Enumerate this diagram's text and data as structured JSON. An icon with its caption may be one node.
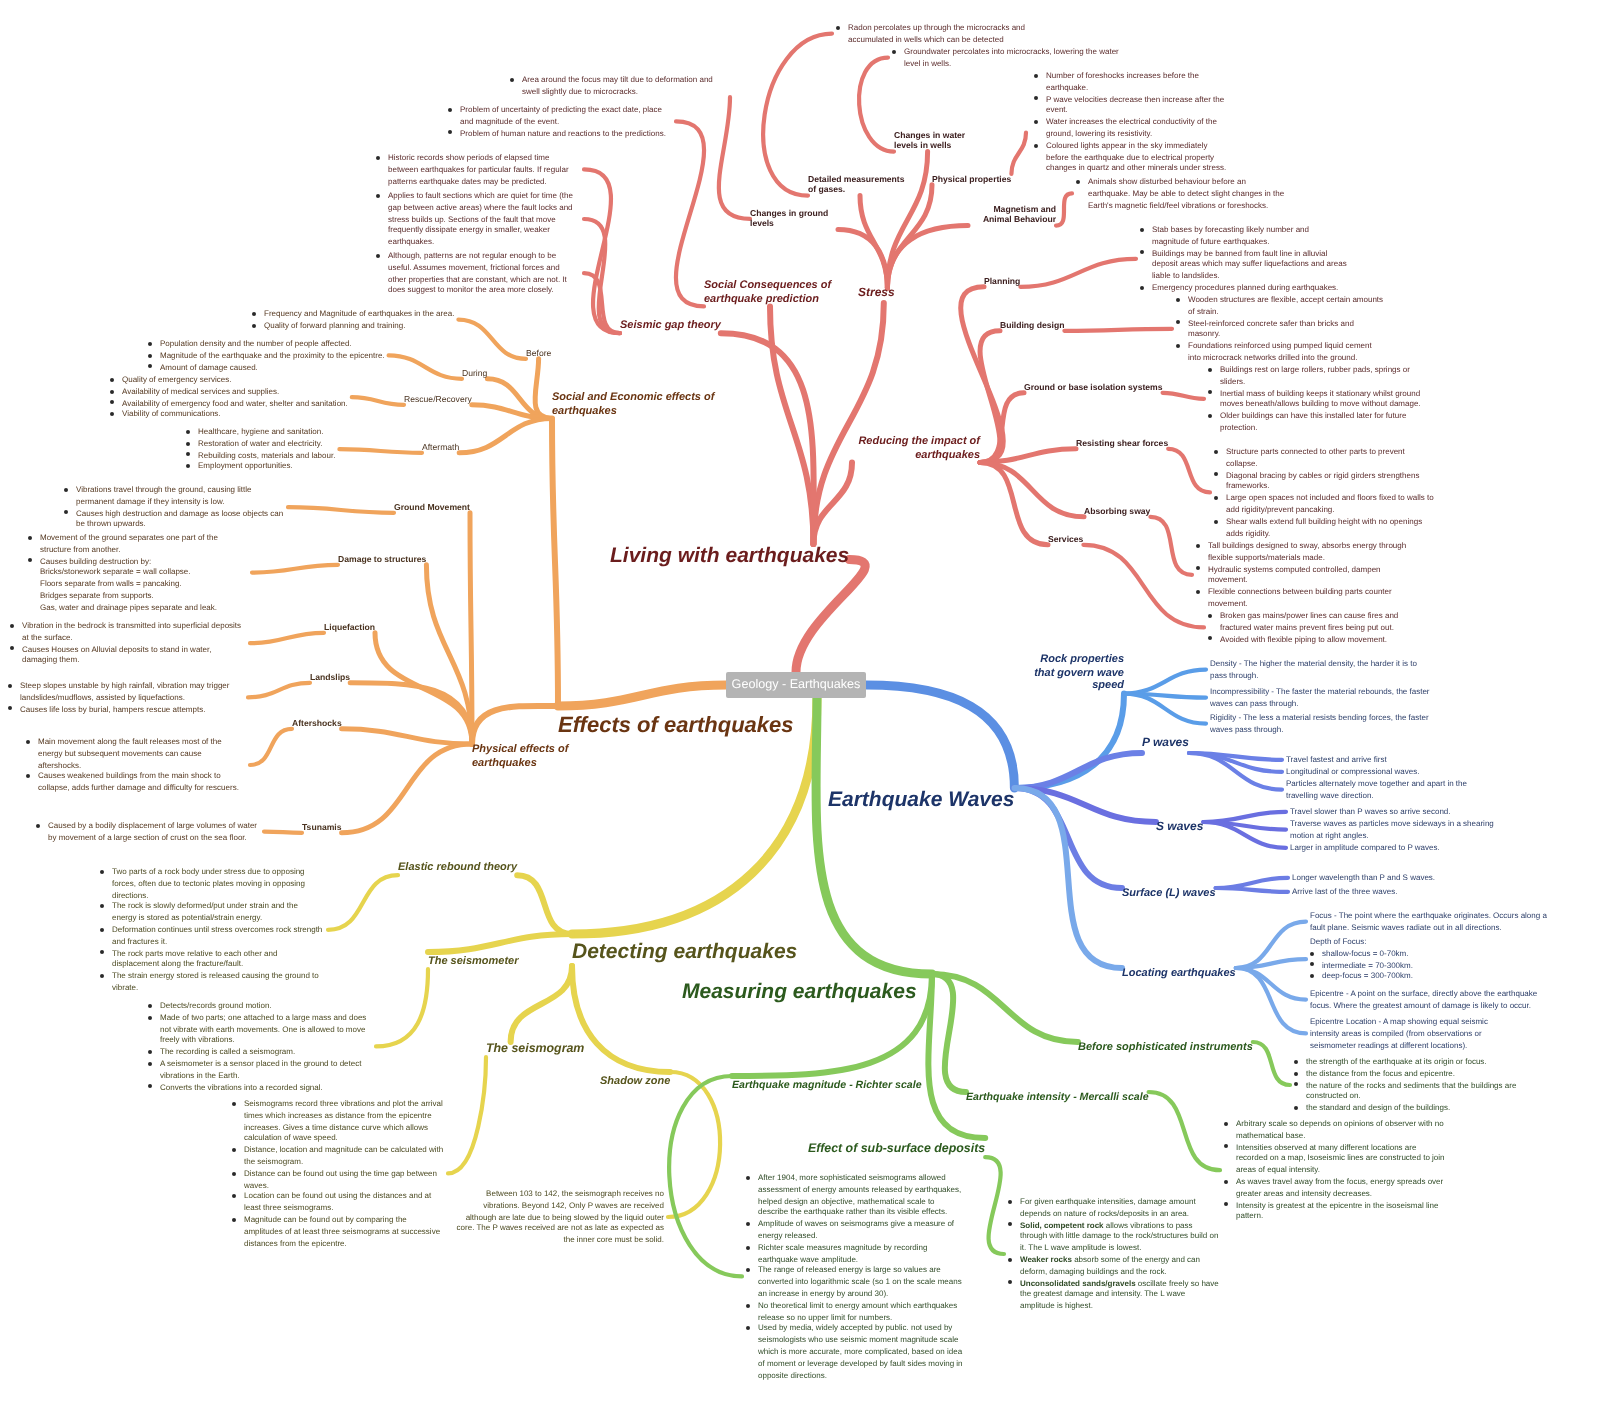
{
  "diagram": {
    "nodes": [
      {
        "text": [
          "Geology - Earthquakes"
        ]
      },
      {
        "text": [
          "Living with earthquakes"
        ]
      },
      {
        "text": [
          "Stress"
        ]
      },
      {
        "text": [
          "Changes in ground levels"
        ]
      },
      {
        "text": [
          "Area around the focus may tilt due to deformation and swell slightly due to microcracks."
        ]
      },
      {
        "text": [
          "Detailed measurements of gases."
        ]
      },
      {
        "text": [
          "Radon percolates up through the microcracks and accumulated in wells which can be detected"
        ]
      },
      {
        "text": [
          "Changes in water levels in wells"
        ]
      },
      {
        "text": [
          "Groundwater percolates into microcracks, lowering the water level in wells."
        ]
      },
      {
        "text": [
          "Physical properties"
        ]
      },
      {
        "text": [
          "Number of foreshocks increases before the earthquake.",
          "P wave velocities decrease then increase after the event.",
          "Water increases the electrical conductivity of the ground, lowering its resistivity.",
          "Coloured lights appear in the sky immediately before the earthquake due to electrical property changes in quartz and other minerals under stress."
        ]
      },
      {
        "text": [
          "Magnetism and Animal Behaviour"
        ]
      },
      {
        "text": [
          "Animals show disturbed behaviour before an earthquake. May be able to detect slight changes in the Earth's magnetic field/feel vibrations or foreshocks."
        ]
      },
      {
        "text": [
          "Social Consequences of earthquake prediction"
        ]
      },
      {
        "text": [
          "Problem of uncertainty of predicting the exact date, place and magnitude of the event.",
          "Problem of human nature and reactions to the predictions."
        ]
      },
      {
        "text": [
          "Seismic gap theory"
        ]
      },
      {
        "text": [
          "Historic records show periods of elapsed time between earthquakes for particular faults. If regular patterns earthquake dates may be predicted."
        ]
      },
      {
        "text": [
          "Applies to fault sections which are quiet for time (the gap between active areas) where the fault locks and stress builds up. Sections of the fault that move frequently dissipate energy in smaller, weaker earthquakes."
        ]
      },
      {
        "text": [
          "Although, patterns are not regular enough to be useful. Assumes movement, frictional forces and other properties that are constant, which are not. It does suggest to monitor the area more closely."
        ]
      },
      {
        "text": [
          "Reducing the impact of earthquakes"
        ]
      },
      {
        "text": [
          "Planning"
        ]
      },
      {
        "text": [
          "Stab bases by forecasting likely number and magnitude of future earthquakes.",
          "Buildings may be banned from fault line in alluvial deposit areas which may suffer liquefactions and areas liable to landslides.",
          "Emergency procedures planned during earthquakes."
        ]
      },
      {
        "text": [
          "Building design"
        ]
      },
      {
        "text": [
          "Wooden structures are flexible, accept certain amounts of strain.",
          "Steel-reinforced concrete safer than bricks and masonry.",
          "Foundations reinforced using pumped liquid cement into microcrack networks drilled into the ground."
        ]
      },
      {
        "text": [
          "Ground or base isolation systems"
        ]
      },
      {
        "text": [
          "Buildings rest on large rollers, rubber pads, springs or sliders.",
          "Inertial mass of building keeps it stationary whilst ground moves beneath/allows building to move without damage.",
          "Older buildings can have this installed later for future protection."
        ]
      },
      {
        "text": [
          "Resisting shear forces"
        ]
      },
      {
        "text": [
          "Structure parts connected to other parts to prevent collapse.",
          "Diagonal bracing by cables or rigid girders strengthens frameworks.",
          "Large open spaces not included and floors fixed to walls to add rigidity/prevent pancaking.",
          "Shear walls extend full building height with no openings adds rigidity."
        ]
      },
      {
        "text": [
          "Absorbing sway"
        ]
      },
      {
        "text": [
          "Tall buildings designed to sway, absorbs energy through flexible supports/materials made.",
          "Hydraulic systems computed controlled, dampen movement.",
          "Flexible connections between building parts counter movement."
        ]
      },
      {
        "text": [
          "Services"
        ]
      },
      {
        "text": [
          "Broken gas mains/power lines can cause fires and fractured water mains prevent fires being put out.",
          "Avoided with flexible piping to allow movement."
        ]
      },
      {
        "text": [
          "Effects of earthquakes"
        ]
      },
      {
        "text": [
          "Social and Economic effects of earthquakes"
        ]
      },
      {
        "text": [
          "Before"
        ]
      },
      {
        "text": [
          "Frequency and Magnitude of earthquakes in the area.",
          "Quality of forward planning and training."
        ]
      },
      {
        "text": [
          "During"
        ]
      },
      {
        "text": [
          "Population density and the number of people affected.",
          "Magnitude of the earthquake and the proximity to the epicentre.",
          "Amount of damage caused."
        ]
      },
      {
        "text": [
          "Rescue/Recovery"
        ]
      },
      {
        "text": [
          "Quality of emergency services.",
          "Availability of medical services and supplies.",
          "Availability of emergency food and water, shelter and sanitation.",
          "Viability of communications."
        ]
      },
      {
        "text": [
          "Aftermath"
        ]
      },
      {
        "text": [
          "Healthcare, hygiene and sanitation.",
          "Restoration of water and electricity.",
          "Rebuilding costs, materials and labour.",
          "Employment opportunities."
        ]
      },
      {
        "text": [
          "Physical effects of earthquakes"
        ]
      },
      {
        "text": [
          "Ground Movement"
        ]
      },
      {
        "text": [
          "Vibrations travel through the ground, causing little permanent damage if they intensity is low.",
          "Causes high destruction and damage as loose objects can be thrown upwards."
        ]
      },
      {
        "text": [
          "Damage to structures"
        ]
      },
      {
        "text": [
          "Movement of the ground separates one part of the structure from another.",
          "Causes building destruction by:",
          "Bricks/stonework separate = wall collapse.",
          "Floors separate from walls = pancaking.",
          "Bridges separate from supports.",
          "Gas, water and drainage pipes separate and leak."
        ]
      },
      {
        "text": [
          "Liquefaction"
        ]
      },
      {
        "text": [
          "Vibration in the bedrock is transmitted into superficial deposits at the surface.",
          "Causes Houses on Alluvial deposits to stand in water, damaging them."
        ]
      },
      {
        "text": [
          "Landslips"
        ]
      },
      {
        "text": [
          "Steep slopes unstable by high rainfall, vibration may trigger landslides/mudflows, assisted by liquefactions.",
          "Causes life loss by burial, hampers rescue attempts."
        ]
      },
      {
        "text": [
          "Aftershocks"
        ]
      },
      {
        "text": [
          "Main movement along the fault releases most of the energy but subsequent movements can cause aftershocks.",
          "Causes weakened buildings from the main shock to collapse, adds further damage and difficulty for rescuers."
        ]
      },
      {
        "text": [
          "Tsunamis"
        ]
      },
      {
        "text": [
          "Caused by a bodily displacement of large volumes of water by movement of a large section of crust on the sea floor."
        ]
      },
      {
        "text": [
          "Earthquake Waves"
        ]
      },
      {
        "text": [
          "Rock properties that govern wave speed"
        ]
      },
      {
        "text": [
          "Density - The higher the material density, the harder it is to pass through."
        ]
      },
      {
        "text": [
          "Incompressibility - The faster the material rebounds, the faster waves can pass through."
        ]
      },
      {
        "text": [
          "Rigidity - The less a material resists bending forces, the faster waves pass through."
        ]
      },
      {
        "text": [
          "P waves"
        ]
      },
      {
        "text": [
          "Travel fastest and arrive first"
        ]
      },
      {
        "text": [
          "Longitudinal or compressional waves."
        ]
      },
      {
        "text": [
          "Particles alternately move together and apart in the travelling wave direction."
        ]
      },
      {
        "text": [
          "S waves"
        ]
      },
      {
        "text": [
          "Travel slower than P waves so arrive second."
        ]
      },
      {
        "text": [
          "Traverse waves as particles move sideways in a shearing motion at right angles."
        ]
      },
      {
        "text": [
          "Larger in amplitude compared to P waves."
        ]
      },
      {
        "text": [
          "Surface (L) waves"
        ]
      },
      {
        "text": [
          "Longer wavelength than P and S waves."
        ]
      },
      {
        "text": [
          "Arrive last of the three waves."
        ]
      },
      {
        "text": [
          "Locating earthquakes"
        ]
      },
      {
        "text": [
          "Focus - The point where the earthquake originates. Occurs along a fault plane. Seismic waves radiate out in all directions."
        ]
      },
      {
        "text": [
          "Depth of Focus:",
          "shallow-focus = 0-70km.",
          "intermediate = 70-300km.",
          "deep-focus = 300-700km."
        ]
      },
      {
        "text": [
          "Epicentre - A point on the surface, directly above the earthquake focus. Where the greatest amount of damage is likely to occur."
        ]
      },
      {
        "text": [
          "Epicentre Location - A map showing equal seismic intensity areas is compiled (from observations or seismometer readings at different locations)."
        ]
      },
      {
        "text": [
          "Detecting earthquakes"
        ]
      },
      {
        "text": [
          "Elastic rebound theory"
        ]
      },
      {
        "text": [
          "Two parts of a rock body under stress due to opposing forces, often due to tectonic plates moving in opposing directions.",
          "The rock is slowly deformed/put under strain and the energy is stored as potential/strain energy.",
          "Deformation continues until stress overcomes rock strength and fractures it.",
          "The rock parts move relative to each other and displacement along the fracture/fault.",
          "The strain energy stored is released causing the ground to vibrate."
        ]
      },
      {
        "text": [
          "The seismometer"
        ]
      },
      {
        "text": [
          "Detects/records ground motion.",
          "Made of two parts; one attached to a large mass and does not vibrate with earth movements. One is allowed to move freely with vibrations.",
          "The recording is called a seismogram.",
          "A seismometer is a sensor placed in the ground to detect vibrations in the Earth.",
          "Converts the vibrations into a recorded signal."
        ]
      },
      {
        "text": [
          "The seismogram"
        ]
      },
      {
        "text": [
          "Seismograms record three vibrations and plot the arrival times which increases as distance from the epicentre increases. Gives a time distance curve which allows calculation of wave speed.",
          "Distance, location and magnitude can be calculated with the seismogram.",
          "Distance can be found out using the time gap between waves.",
          "Location can be found out using the distances and at least three seismograms.",
          "Magnitude can be found out by comparing the amplitudes of at least three seismograms at successive distances from the epicentre."
        ]
      },
      {
        "text": [
          "Shadow zone"
        ]
      },
      {
        "text": [
          "Between 103 to 142, the seismograph receives no vibrations. Beyond 142, Only P waves are received although are late due to being slowed by the liquid outer core. The P waves received are not as late as expected as the inner core must be solid."
        ]
      },
      {
        "text": [
          "Measuring earthquakes"
        ]
      },
      {
        "text": [
          "Earthquake magnitude - Richter scale"
        ]
      },
      {
        "text": [
          "After 1904, more sophisticated seismograms allowed assessment of energy amounts released by earthquakes, helped design an objective, mathematical scale to describe the earthquake rather than its visible effects.",
          "Amplitude of waves on seismograms give a measure of energy released.",
          "Richter scale measures magnitude by recording earthquake wave amplitude.",
          "The range of released energy is large so values are converted into logarithmic scale (so 1 on the scale means an increase in energy by around 30).",
          "No theoretical limit to energy amount which earthquakes release so no upper limit for numbers.",
          "Used by media, widely accepted by public. not used by seismologists who use seismic moment magnitude scale which is more accurate, more complicated, based on idea of moment or leverage developed by fault sides moving in opposite directions."
        ]
      },
      {
        "text": [
          "Effect of sub-surface deposits"
        ]
      },
      {
        "text": [
          "For given earthquake intensities, damage amount depends on nature of rocks/deposits in an area.",
          "**Solid, competent rock** allows vibrations to pass through with little damage to the rock/structures build on it. The L wave amplitude is lowest.",
          "**Weaker rocks** absorb some of the energy and can deform, damaging buildings and the rock.",
          "**Unconsolidated sands/gravels** oscillate freely so have the greatest damage and intensity. The L wave amplitude is highest."
        ]
      },
      {
        "text": [
          "Earthquake intensity - Mercalli scale"
        ]
      },
      {
        "text": [
          "Arbitrary scale so depends on opinions of observer with no mathematical base.",
          "Intensities observed at many different locations are recorded on a map, Isoseismic lines are constructed to join areas of equal intensity.",
          "As waves travel away from the focus, energy spreads over greater areas and intensity decreases.",
          "Intensity is greatest at the epicentre in the isoseismal line pattern."
        ]
      },
      {
        "text": [
          "Before sophisticated instruments"
        ]
      },
      {
        "text": [
          "the strength of the earthquake at its origin or focus.",
          "the distance from the focus and epicentre.",
          "the nature of the rocks and sediments that the buildings are constructed on.",
          "the standard and design of the buildings."
        ]
      }
    ],
    "edges": [
      {
        "from": 0,
        "to": 1,
        "arrow": "none",
        "style": "thick"
      },
      {
        "from": 1,
        "to": 2,
        "arrow": "none"
      },
      {
        "from": 2,
        "to": 3,
        "arrow": "none"
      },
      {
        "from": 3,
        "to": 4,
        "arrow": "none"
      },
      {
        "from": 2,
        "to": 5,
        "arrow": "none"
      },
      {
        "from": 5,
        "to": 6,
        "arrow": "none"
      },
      {
        "from": 2,
        "to": 7,
        "arrow": "none"
      },
      {
        "from": 7,
        "to": 8,
        "arrow": "none"
      },
      {
        "from": 2,
        "to": 9,
        "arrow": "none"
      },
      {
        "from": 9,
        "to": 10,
        "arrow": "none"
      },
      {
        "from": 2,
        "to": 11,
        "arrow": "none"
      },
      {
        "from": 11,
        "to": 12,
        "arrow": "none"
      },
      {
        "from": 1,
        "to": 13,
        "arrow": "none"
      },
      {
        "from": 13,
        "to": 14,
        "arrow": "none"
      },
      {
        "from": 1,
        "to": 15,
        "arrow": "none"
      },
      {
        "from": 15,
        "to": 16,
        "arrow": "none"
      },
      {
        "from": 15,
        "to": 17,
        "arrow": "none"
      },
      {
        "from": 15,
        "to": 18,
        "arrow": "none"
      },
      {
        "from": 1,
        "to": 19,
        "arrow": "none"
      },
      {
        "from": 19,
        "to": 20,
        "arrow": "none"
      },
      {
        "from": 20,
        "to": 21,
        "arrow": "none"
      },
      {
        "from": 19,
        "to": 22,
        "arrow": "none"
      },
      {
        "from": 22,
        "to": 23,
        "arrow": "none"
      },
      {
        "from": 19,
        "to": 24,
        "arrow": "none"
      },
      {
        "from": 24,
        "to": 25,
        "arrow": "none"
      },
      {
        "from": 19,
        "to": 26,
        "arrow": "none"
      },
      {
        "from": 26,
        "to": 27,
        "arrow": "none"
      },
      {
        "from": 19,
        "to": 28,
        "arrow": "none"
      },
      {
        "from": 28,
        "to": 29,
        "arrow": "none"
      },
      {
        "from": 19,
        "to": 30,
        "arrow": "none"
      },
      {
        "from": 30,
        "to": 31,
        "arrow": "none"
      },
      {
        "from": 0,
        "to": 32,
        "arrow": "none",
        "style": "thick",
        "color": "#f0a45c"
      },
      {
        "from": 32,
        "to": 33,
        "arrow": "none",
        "color": "#f0a45c"
      },
      {
        "from": 33,
        "to": 34,
        "arrow": "none",
        "color": "#f0a45c"
      },
      {
        "from": 34,
        "to": 35,
        "arrow": "none",
        "color": "#f0a45c"
      },
      {
        "from": 33,
        "to": 36,
        "arrow": "none",
        "color": "#f0a45c"
      },
      {
        "from": 36,
        "to": 37,
        "arrow": "none",
        "color": "#f0a45c"
      },
      {
        "from": 33,
        "to": 38,
        "arrow": "none",
        "color": "#f0a45c"
      },
      {
        "from": 38,
        "to": 39,
        "arrow": "none",
        "color": "#f0a45c"
      },
      {
        "from": 33,
        "to": 40,
        "arrow": "none",
        "color": "#f0a45c"
      },
      {
        "from": 40,
        "to": 41,
        "arrow": "none",
        "color": "#f0a45c"
      },
      {
        "from": 32,
        "to": 42,
        "arrow": "none",
        "color": "#f0a45c"
      },
      {
        "from": 42,
        "to": 43,
        "arrow": "none",
        "color": "#f0a45c"
      },
      {
        "from": 43,
        "to": 44,
        "arrow": "none",
        "color": "#f0a45c"
      },
      {
        "from": 42,
        "to": 45,
        "arrow": "none",
        "color": "#f0a45c"
      },
      {
        "from": 45,
        "to": 46,
        "arrow": "none",
        "color": "#f0a45c"
      },
      {
        "from": 42,
        "to": 47,
        "arrow": "none",
        "color": "#f0a45c"
      },
      {
        "from": 47,
        "to": 48,
        "arrow": "none",
        "color": "#f0a45c"
      },
      {
        "from": 42,
        "to": 49,
        "arrow": "none",
        "color": "#f0a45c"
      },
      {
        "from": 49,
        "to": 50,
        "arrow": "none",
        "color": "#f0a45c"
      },
      {
        "from": 42,
        "to": 51,
        "arrow": "none",
        "color": "#f0a45c"
      },
      {
        "from": 51,
        "to": 52,
        "arrow": "none",
        "color": "#f0a45c"
      },
      {
        "from": 42,
        "to": 53,
        "arrow": "none",
        "color": "#f0a45c"
      },
      {
        "from": 53,
        "to": 54,
        "arrow": "none",
        "color": "#f0a45c"
      },
      {
        "from": 0,
        "to": 55,
        "arrow": "none",
        "style": "thick",
        "color": "#5b8fe3"
      },
      {
        "from": 55,
        "to": 56,
        "arrow": "none",
        "color": "#5a9de8"
      },
      {
        "from": 56,
        "to": 57,
        "arrow": "none",
        "color": "#5a9de8"
      },
      {
        "from": 56,
        "to": 58,
        "arrow": "none",
        "color": "#5a9de8"
      },
      {
        "from": 56,
        "to": 59,
        "arrow": "none",
        "color": "#5a9de8"
      },
      {
        "from": 55,
        "to": 60,
        "arrow": "none",
        "color": "#6b80e6"
      },
      {
        "from": 60,
        "to": 61,
        "arrow": "none",
        "color": "#6b80e6"
      },
      {
        "from": 60,
        "to": 62,
        "arrow": "none",
        "color": "#6b80e6"
      },
      {
        "from": 60,
        "to": 63,
        "arrow": "none",
        "color": "#6b80e6"
      },
      {
        "from": 55,
        "to": 64,
        "arrow": "none",
        "color": "#6a6fe0"
      },
      {
        "from": 64,
        "to": 65,
        "arrow": "none",
        "color": "#6a6fe0"
      },
      {
        "from": 64,
        "to": 66,
        "arrow": "none",
        "color": "#6a6fe0"
      },
      {
        "from": 64,
        "to": 67,
        "arrow": "none",
        "color": "#6a6fe0"
      },
      {
        "from": 55,
        "to": 68,
        "arrow": "none",
        "color": "#6c7de4"
      },
      {
        "from": 68,
        "to": 69,
        "arrow": "none",
        "color": "#6c7de4"
      },
      {
        "from": 68,
        "to": 70,
        "arrow": "none",
        "color": "#6c7de4"
      },
      {
        "from": 55,
        "to": 71,
        "arrow": "none",
        "color": "#79a9ea"
      },
      {
        "from": 71,
        "to": 72,
        "arrow": "none",
        "color": "#79a9ea"
      },
      {
        "from": 71,
        "to": 73,
        "arrow": "none",
        "color": "#79a9ea"
      },
      {
        "from": 71,
        "to": 74,
        "arrow": "none",
        "color": "#79a9ea"
      },
      {
        "from": 71,
        "to": 75,
        "arrow": "none",
        "color": "#79a9ea"
      },
      {
        "from": 0,
        "to": 76,
        "arrow": "none",
        "style": "thick",
        "color": "#e6d44e"
      },
      {
        "from": 76,
        "to": 77,
        "arrow": "none",
        "color": "#e6d44e"
      },
      {
        "from": 77,
        "to": 78,
        "arrow": "none",
        "color": "#e6d44e"
      },
      {
        "from": 76,
        "to": 79,
        "arrow": "none",
        "color": "#e6d44e"
      },
      {
        "from": 79,
        "to": 80,
        "arrow": "none",
        "color": "#e6d44e"
      },
      {
        "from": 76,
        "to": 81,
        "arrow": "none",
        "color": "#e6d44e"
      },
      {
        "from": 81,
        "to": 82,
        "arrow": "none",
        "color": "#e6d44e"
      },
      {
        "from": 76,
        "to": 83,
        "arrow": "none",
        "color": "#e6d44e"
      },
      {
        "from": 83,
        "to": 84,
        "arrow": "none",
        "color": "#e6d44e"
      },
      {
        "from": 0,
        "to": 85,
        "arrow": "none",
        "style": "thick",
        "color": "#86c95b"
      },
      {
        "from": 85,
        "to": 86,
        "arrow": "none",
        "color": "#86c95b"
      },
      {
        "from": 86,
        "to": 87,
        "arrow": "none",
        "color": "#86c95b"
      },
      {
        "from": 85,
        "to": 88,
        "arrow": "none",
        "color": "#86c95b"
      },
      {
        "from": 88,
        "to": 89,
        "arrow": "none",
        "color": "#86c95b"
      },
      {
        "from": 85,
        "to": 90,
        "arrow": "none",
        "color": "#86c95b"
      },
      {
        "from": 90,
        "to": 91,
        "arrow": "none",
        "color": "#86c95b"
      },
      {
        "from": 85,
        "to": 92,
        "arrow": "none",
        "color": "#86c95b"
      },
      {
        "from": 92,
        "to": 93,
        "arrow": "none",
        "color": "#86c95b"
      }
    ]
  }
}
